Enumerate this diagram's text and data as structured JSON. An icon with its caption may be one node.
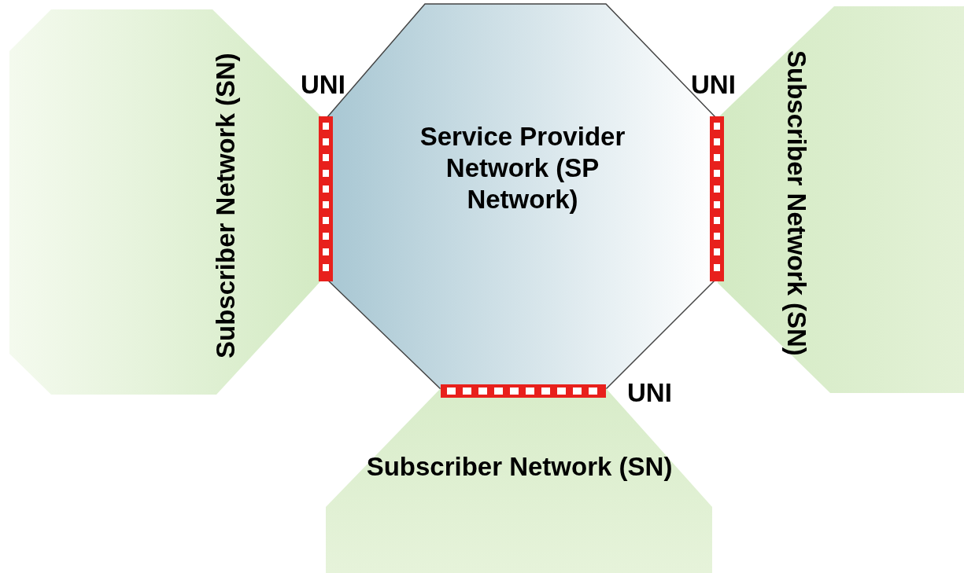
{
  "diagram": {
    "nodes": [
      {
        "text": [
          "Subscriber Network (SN)"
        ]
      },
      {
        "text": [
          "Service Provider Network (SP Network)"
        ]
      },
      {
        "text": [
          "Subscriber Network (SN)"
        ]
      },
      {
        "text": [
          "Subscriber Network (SN)"
        ]
      }
    ],
    "labels": [
      "UNI",
      "UNI",
      "UNI"
    ]
  }
}
